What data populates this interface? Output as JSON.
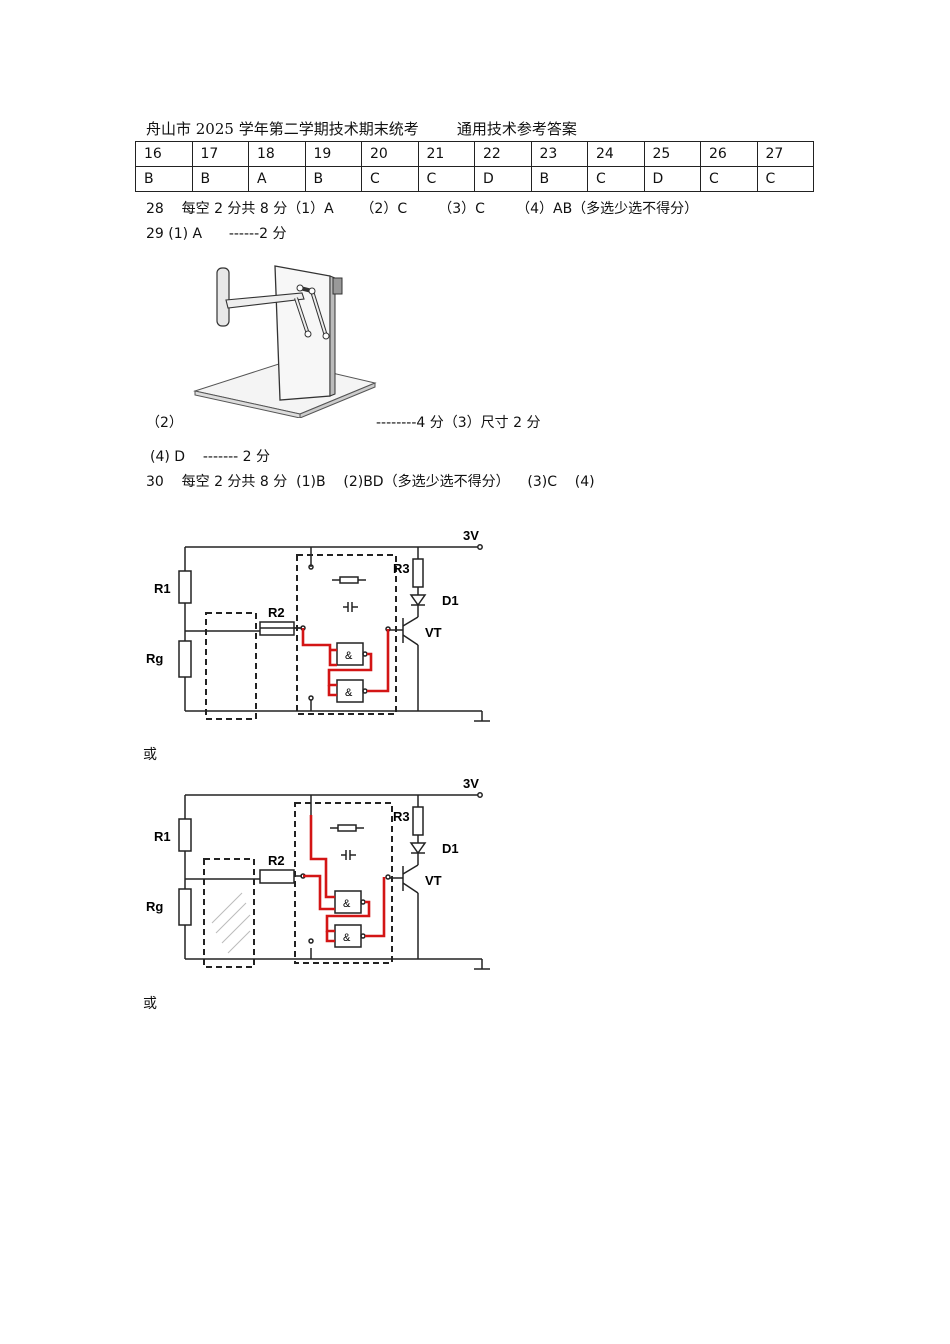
{
  "title": "舟山市 2025 学年第二学期技术期末统考        通用技术参考答案",
  "answer_table": {
    "numbers": [
      "16",
      "17",
      "18",
      "19",
      "20",
      "21",
      "22",
      "23",
      "24",
      "25",
      "26",
      "27"
    ],
    "answers": [
      "B",
      "B",
      "A",
      "B",
      "C",
      "C",
      "D",
      "B",
      "C",
      "D",
      "C",
      "C"
    ]
  },
  "q28": "28    每空 2 分共 8 分（1）A      （2）C       （3）C       （4）AB（多选少选不得分）",
  "q29_1": "29 (1) A      ------2 分",
  "q29_2_label": "（2）",
  "q29_2_score": "--------4 分（3）尺寸 2 分",
  "q29_4": "(4) D    ------- 2 分",
  "q30": "30    每空 2 分共 8 分  (1)B    (2)BD（多选少选不得分）    (3)C    (4)",
  "or_label_1": "或",
  "or_label_2": "或",
  "circuit": {
    "supply": "3V",
    "labels": {
      "r1": "R1",
      "r2": "R2",
      "r3": "R3",
      "rg": "Rg",
      "d1": "D1",
      "vt": "VT",
      "gate": "&"
    }
  }
}
